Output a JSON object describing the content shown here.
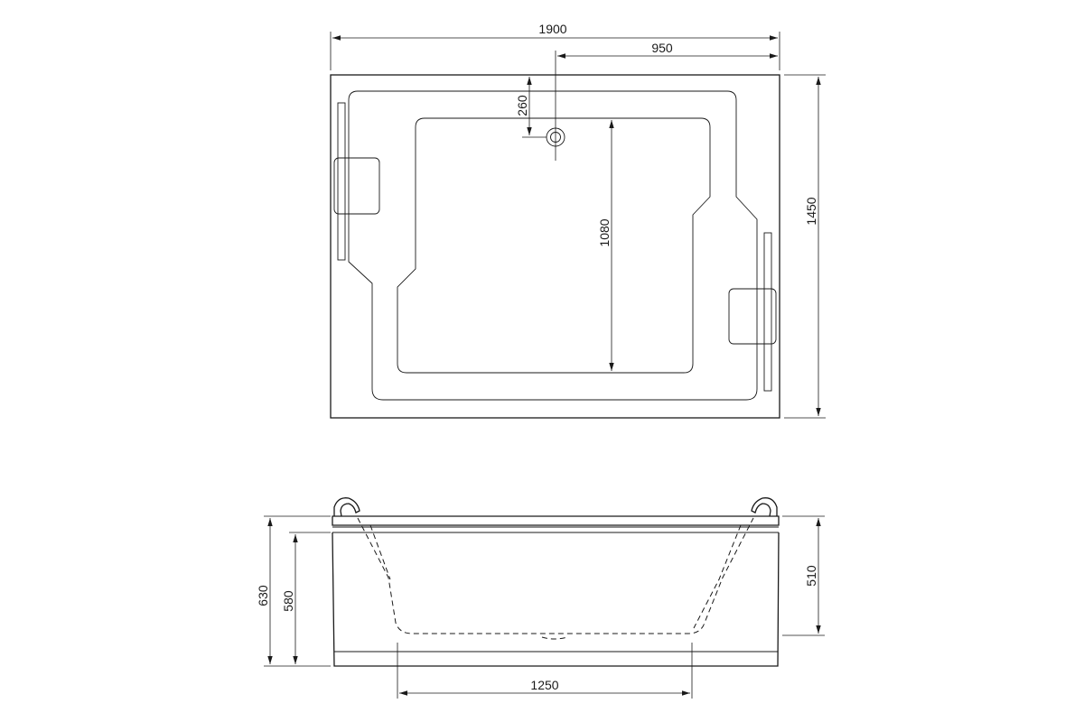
{
  "diagram": {
    "dimensions": {
      "total_length": "1900",
      "half_length": "950",
      "drain_offset": "260",
      "inner_length": "1080",
      "total_width": "1450",
      "total_height": "630",
      "body_height": "580",
      "depth": "510",
      "bottom_length": "1250"
    },
    "colors": {
      "line": "#1a1a1a",
      "background": "#ffffff"
    }
  }
}
